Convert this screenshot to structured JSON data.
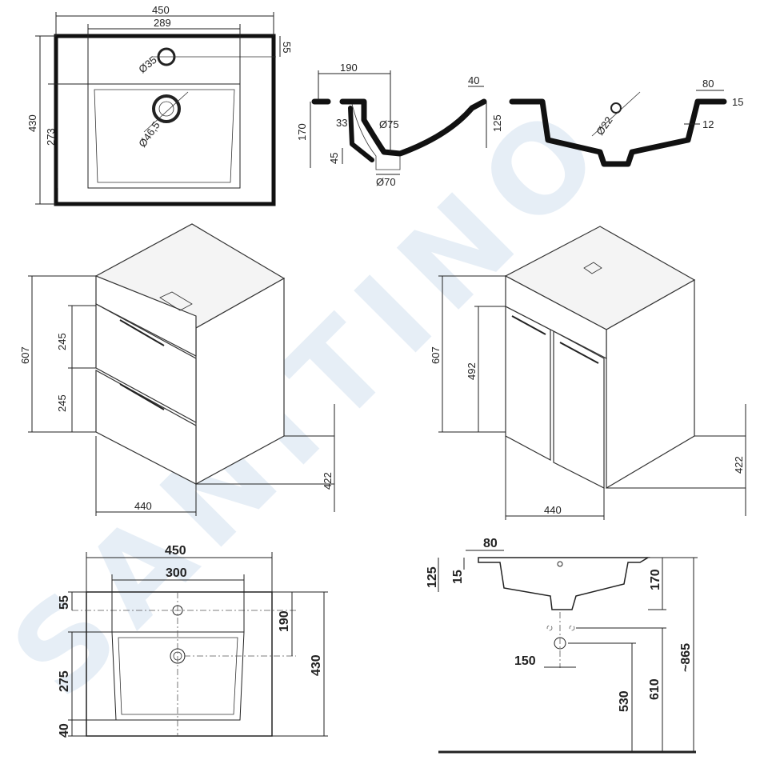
{
  "watermark": "SANITINO",
  "top_basin_plan": {
    "width": "450",
    "bowl_width": "289",
    "depth": "430",
    "bowl_depth": "273",
    "tap_offset": "55",
    "tap_hole": "Ø35",
    "drain_hole": "Ø46,5"
  },
  "section_side": {
    "depth_to_drain": "190",
    "rim": "40",
    "height": "170",
    "bowl_depth": "125",
    "overflow": "33",
    "drain_dia": "Ø75",
    "drain_height": "45",
    "waste_dia": "Ø70"
  },
  "section_front": {
    "rim_width": "80",
    "rim_thickness": "15",
    "wall": "12",
    "overflow_hole": "Ø22"
  },
  "cabinet_drawers": {
    "height": "607",
    "drawer_1": "245",
    "drawer_2": "245",
    "depth": "422",
    "width": "440"
  },
  "cabinet_doors": {
    "height": "607",
    "door_height": "492",
    "depth": "422",
    "width": "440"
  },
  "basin_plan_bottom": {
    "width": "450",
    "bowl_width": "300",
    "tap_offset": "55",
    "bowl_depth": "275",
    "front_margin": "40",
    "drain_to_back": "190",
    "depth": "430"
  },
  "installation": {
    "rim": "80",
    "rim_thickness": "15",
    "bowl_depth": "125",
    "basin_height": "170",
    "total_height": "~865",
    "outlet_spacing": "150",
    "outlet_height": "530",
    "supply_height": "610"
  }
}
